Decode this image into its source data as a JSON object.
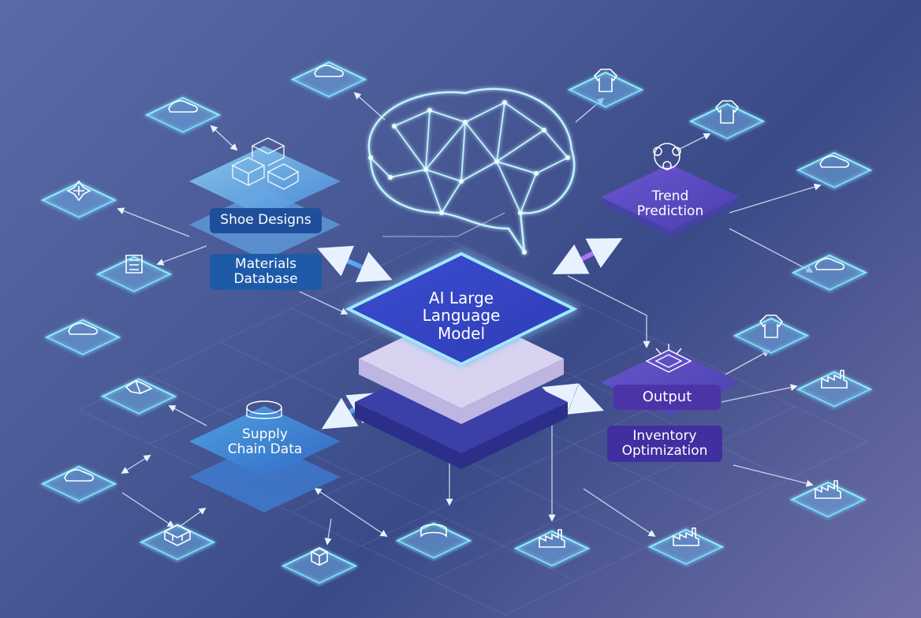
{
  "core": {
    "label": "AI Large\nLanguage\nModel"
  },
  "inputs": {
    "shoe_designs": "Shoe Designs",
    "materials_db": "Materials\nDatabase",
    "supply_chain": "Supply\nChain Data"
  },
  "outputs": {
    "trend_prediction": "Trend\nPrediction",
    "output": "Output",
    "inventory_optimization": "Inventory\nOptimization"
  },
  "colors": {
    "accent_cyan": "#7fe8ff",
    "core_blue": "#3f4fd0",
    "input_blue": "#3a8fd8",
    "output_purple": "#5a4bc0",
    "label_navy": "#1f3f8f",
    "label_purple": "#4a34a8"
  },
  "icons": [
    "shoe-icon",
    "shoe-icon",
    "mandala-pattern-icon",
    "material-roll-icon",
    "shoe-icon",
    "shoe-pattern-icon",
    "shoe-icon",
    "component-box-icon",
    "package-icon",
    "fabric-roll-icon",
    "factory-icon",
    "factory-icon",
    "garment-icon",
    "garment-icon",
    "shoe-icon",
    "shoe-icon",
    "garment-icon",
    "factory-icon",
    "factory-icon",
    "brain-network-icon",
    "boxes-icon",
    "circuit-chip-icon",
    "trend-network-icon",
    "scissors-ring-icon"
  ]
}
